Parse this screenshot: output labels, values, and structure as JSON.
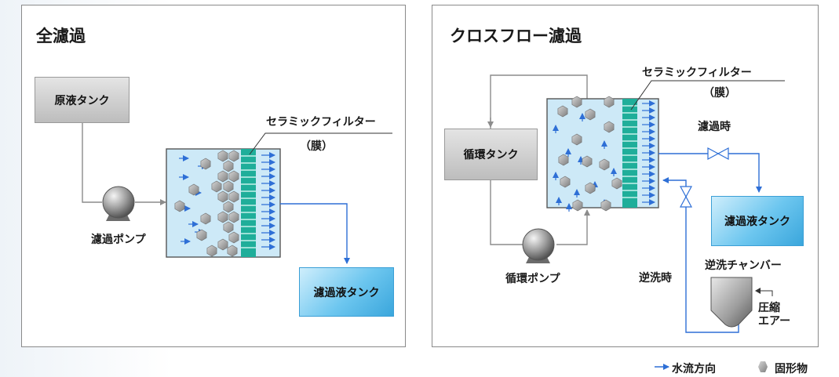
{
  "left_panel": {
    "title": "全濾過",
    "raw_tank": "原液タンク",
    "pump": "濾過ポンプ",
    "filtrate_tank": "濾過液タンク",
    "filter_label": "セラミックフィルター",
    "membrane_label": "（膜）"
  },
  "right_panel": {
    "title": "クロスフロー濾過",
    "circ_tank": "循環タンク",
    "pump": "循環ポンプ",
    "filtrate_tank": "濾過液タンク",
    "filter_label": "セラミックフィルター",
    "membrane_label": "（膜）",
    "filtration_time": "濾過時",
    "backwash_time": "逆洗時",
    "backwash_chamber": "逆洗チャンバー",
    "compressed_air_1": "圧縮",
    "compressed_air_2": "エアー"
  },
  "legend": {
    "water_flow": "水流方向",
    "solids": "固形物"
  },
  "colors": {
    "flow_blue": "#2e6fd6",
    "membrane_teal": "#1fae9a",
    "filter_bg": "#cde9f7",
    "solid_gray": "#8f8f8f"
  }
}
